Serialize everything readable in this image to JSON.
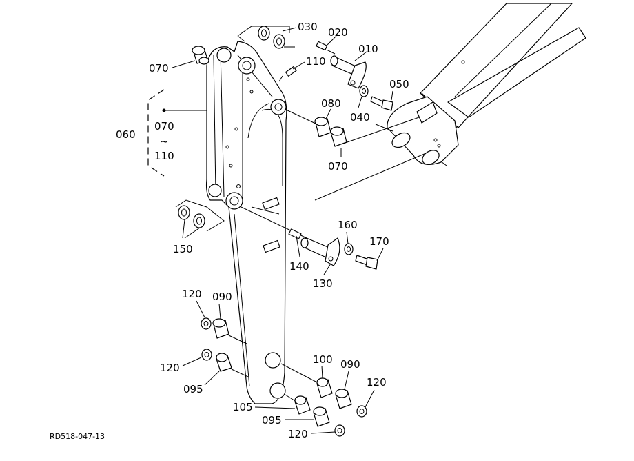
{
  "labels": {
    "p010": "010",
    "p020": "020",
    "p030": "030",
    "p040": "040",
    "p050": "050",
    "p060": "060",
    "p070a": "070",
    "p070b": "070",
    "p070c": "070",
    "tilde": "~",
    "p110a": "110",
    "p110b": "110",
    "p080": "080",
    "p090a": "090",
    "p090b": "090",
    "p095a": "095",
    "p095b": "095",
    "p100": "100",
    "p105": "105",
    "p120a": "120",
    "p120b": "120",
    "p120c": "120",
    "p120d": "120",
    "p130": "130",
    "p140": "140",
    "p150": "150",
    "p160": "160",
    "p170": "170"
  },
  "reference": "RD518-047-13"
}
